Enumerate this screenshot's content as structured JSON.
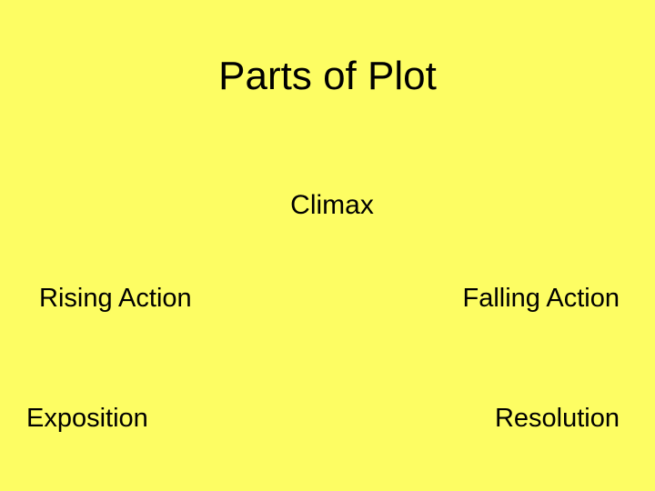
{
  "slide": {
    "title": "Parts of Plot",
    "background_color": "#FDFD63",
    "text_color": "#000000",
    "labels": {
      "climax": "Climax",
      "rising_action": "Rising Action",
      "falling_action": "Falling Action",
      "exposition": "Exposition",
      "resolution": "Resolution"
    }
  }
}
